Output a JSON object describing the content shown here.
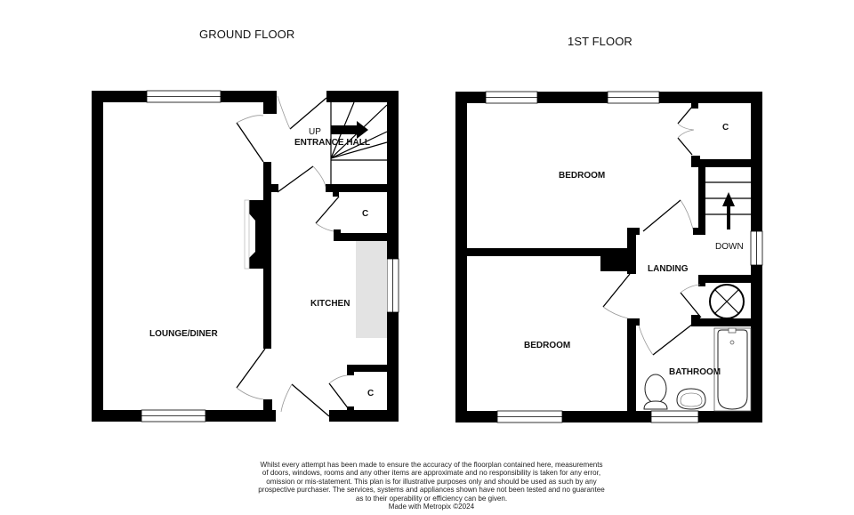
{
  "titles": {
    "ground_floor": "GROUND FLOOR",
    "first_floor": "1ST FLOOR"
  },
  "ground_floor": {
    "rooms": {
      "lounge_diner": "LOUNGE/DINER",
      "entrance_hall": "ENTRANCE HALL",
      "kitchen": "KITCHEN",
      "cupboard_upper": "C",
      "cupboard_lower": "C"
    },
    "stairs_label": "UP"
  },
  "first_floor": {
    "rooms": {
      "bedroom_front": "BEDROOM",
      "bedroom_rear": "BEDROOM",
      "landing": "LANDING",
      "bathroom": "BATHROOM",
      "cupboard": "C"
    },
    "stairs_label": "DOWN"
  },
  "colors": {
    "wall": "#000000",
    "worktop": "#e3e3e3",
    "door_arc": "#9a9a9a"
  },
  "disclaimer": {
    "lines": [
      "Whilst every attempt has been made to ensure the accuracy of the floorplan contained here, measurements",
      "of doors, windows, rooms and any other items are approximate and no responsibility is taken for any error,",
      "omission or mis-statement. This plan is for illustrative purposes only and should be used as such by any",
      "prospective purchaser. The services, systems and appliances shown have not been tested and no guarantee",
      "as to their operability or efficiency can be given."
    ],
    "credit": "Made with Metropix ©2024"
  }
}
